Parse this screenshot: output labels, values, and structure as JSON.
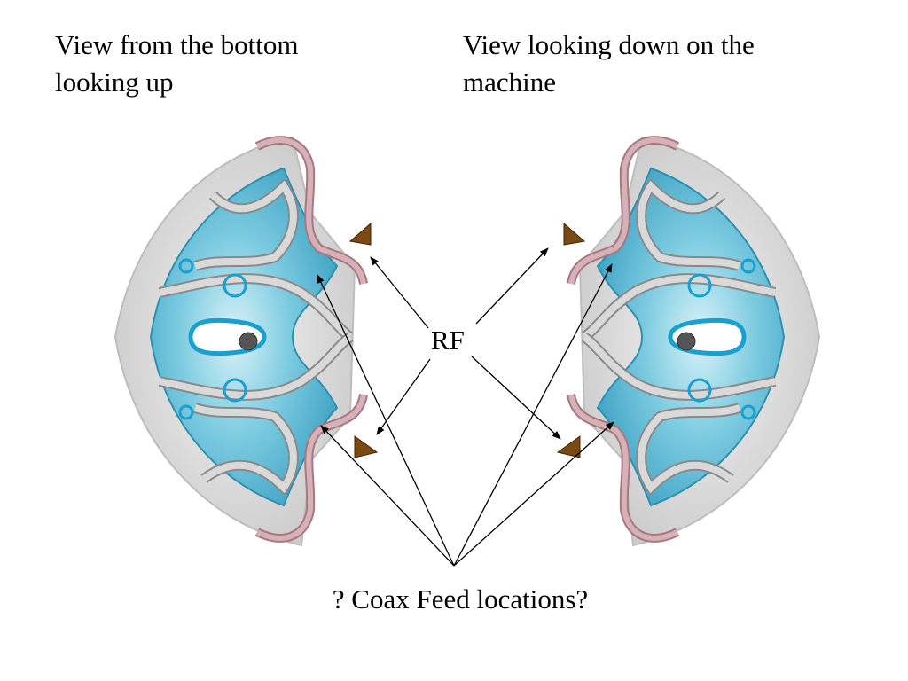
{
  "captions": {
    "left": "View from the bottom\nlooking up",
    "right": "View looking down on the\nmachine"
  },
  "labels": {
    "rf": "RF",
    "coax": "? Coax Feed locations?"
  },
  "colors": {
    "plasma_blue": "#5bbbd6",
    "plasma_light": "#bfe7f2",
    "coil_gray": "#cfcfcf",
    "coil_edge": "#8a8a8a",
    "coil_pink": "#c9a0a8",
    "antenna_brown": "#7a4a12",
    "arrow": "#000000"
  }
}
